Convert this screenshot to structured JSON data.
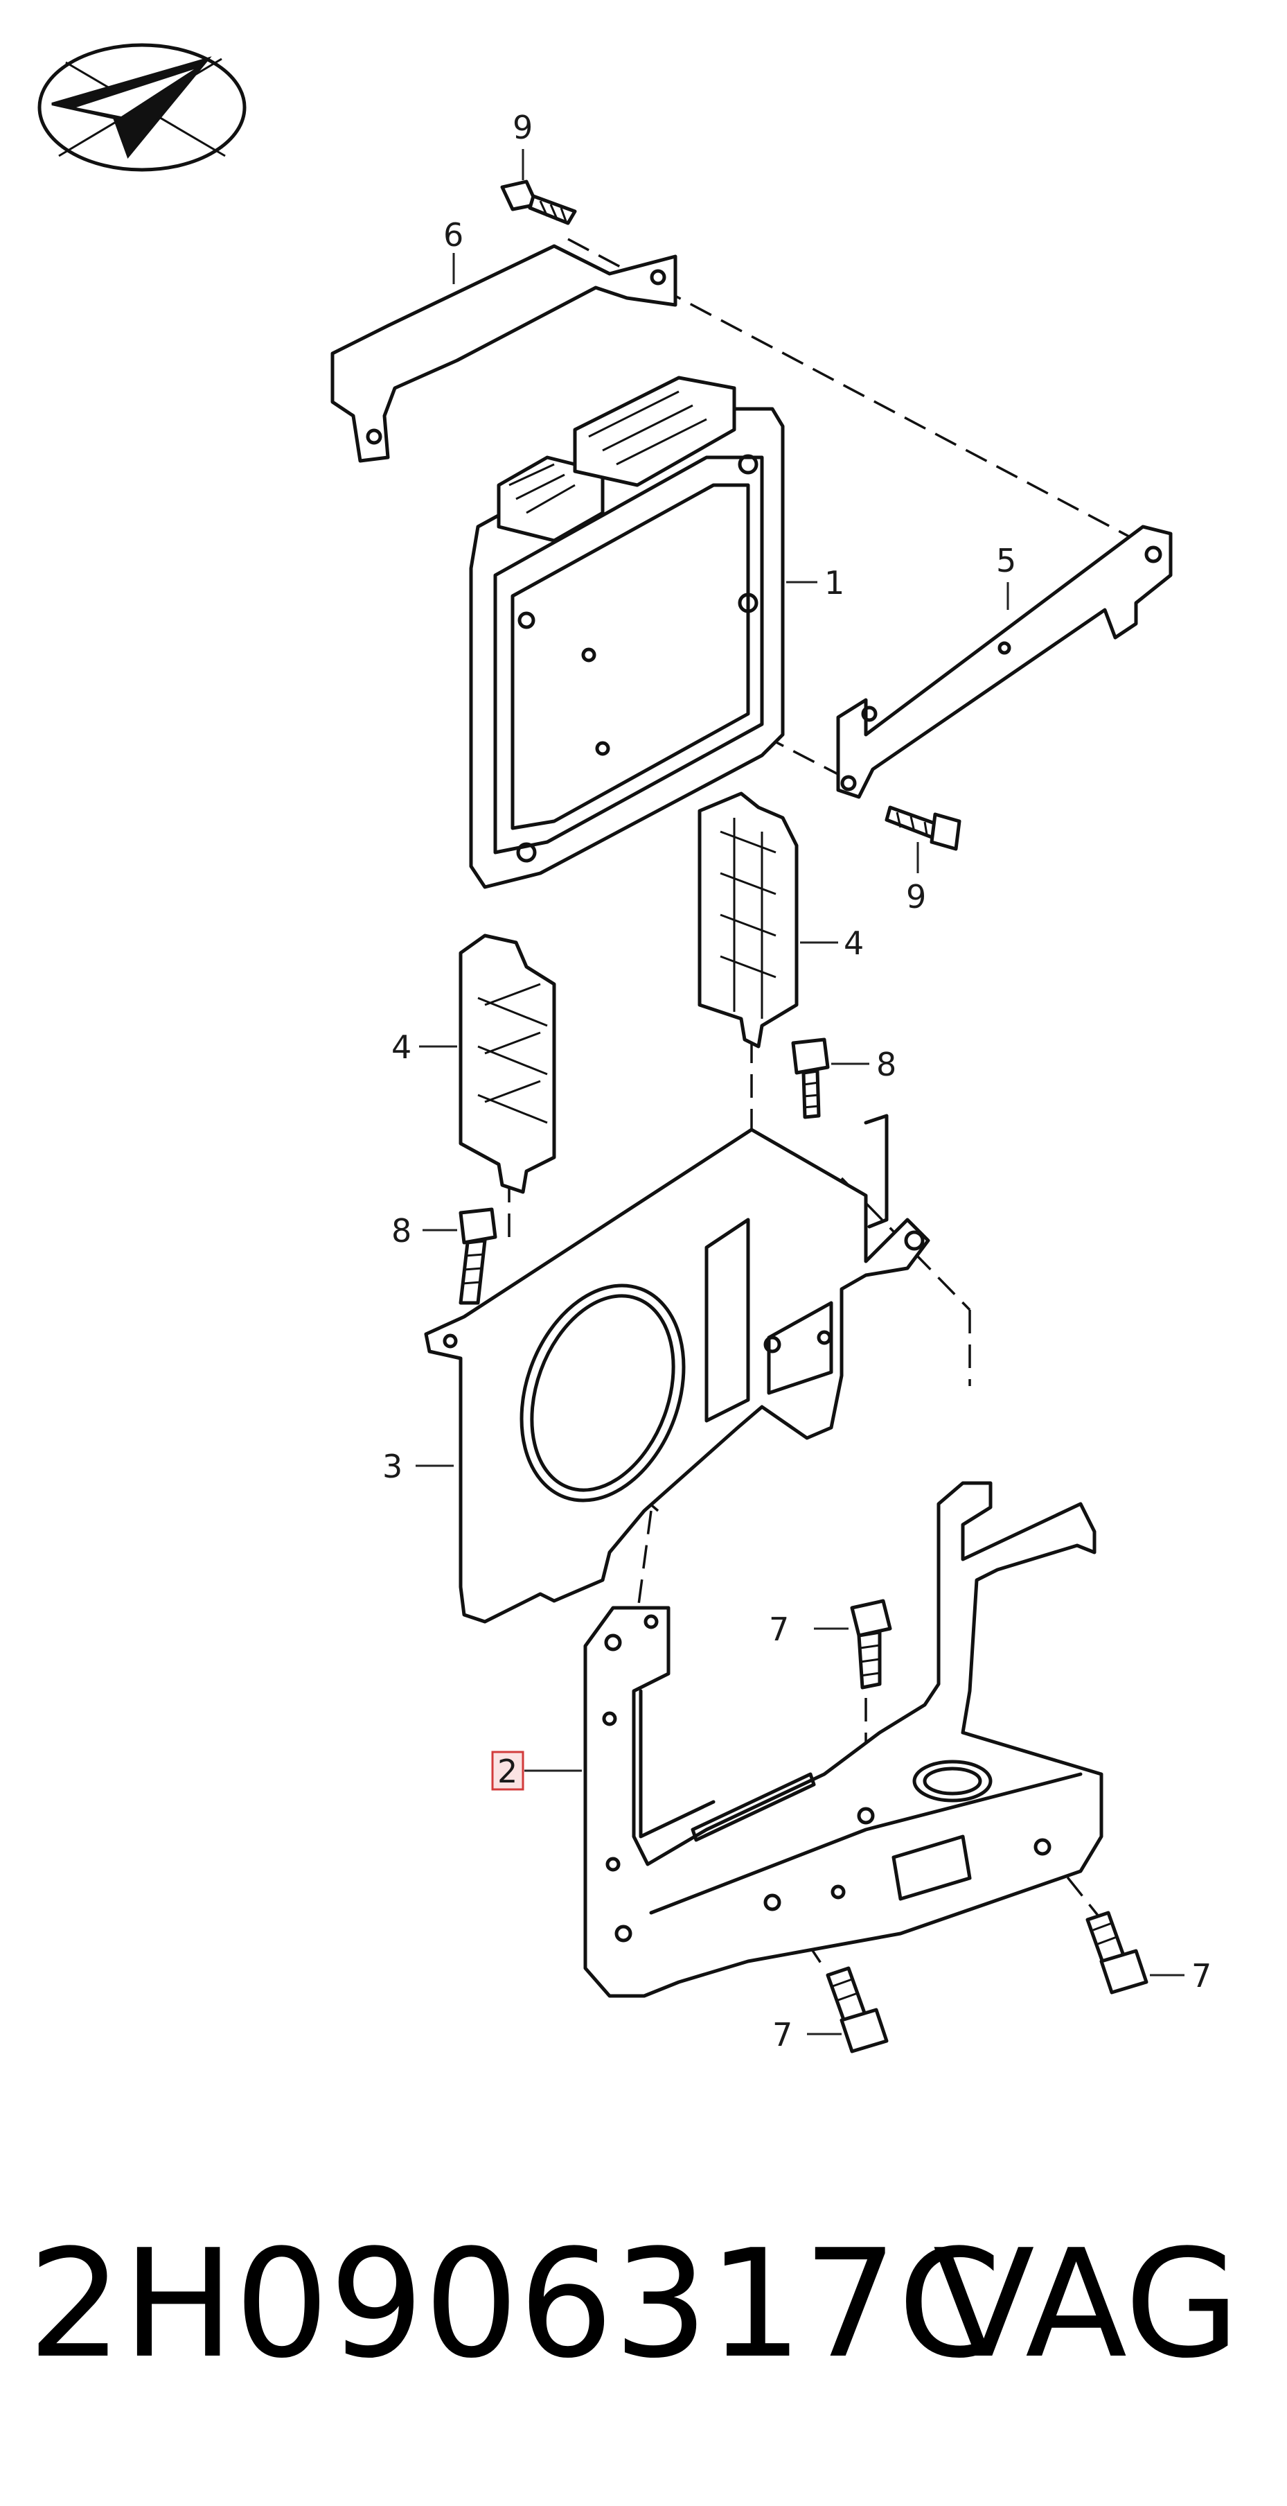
{
  "callouts": {
    "c1": "1",
    "c2": "2",
    "c3": "3",
    "c4a": "4",
    "c4b": "4",
    "c5": "5",
    "c6": "6",
    "c7a": "7",
    "c7b": "7",
    "c7c": "7",
    "c8a": "8",
    "c8b": "8",
    "c9a": "9",
    "c9b": "9"
  },
  "footer": {
    "part_number": "2H0906317C",
    "brand": "VAG"
  },
  "highlight_color": "#d23b3b",
  "icons": {
    "logo": "paper-plane-logo-icon"
  }
}
